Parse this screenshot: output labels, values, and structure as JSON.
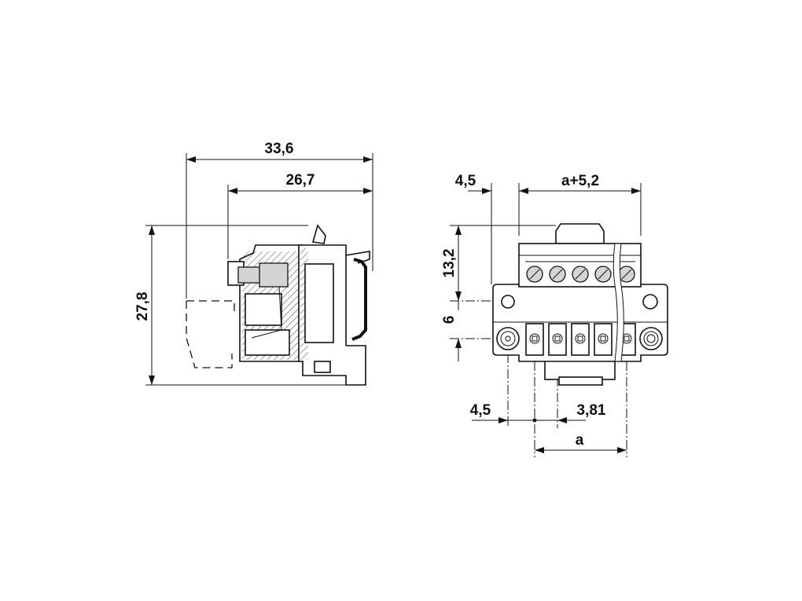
{
  "side_view": {
    "overall_length": "33,6",
    "body_length": "26,7",
    "height": "27,8"
  },
  "front_view": {
    "flange_offset_top": "4,5",
    "width_top": "a+5,2",
    "height_upper": "13,2",
    "height_lower": "6",
    "flange_offset_bottom": "4,5",
    "pitch": "3,81",
    "pitch_span": "a"
  },
  "colors": {
    "line": "#111111",
    "fill_grey": "#d4d4d4"
  }
}
